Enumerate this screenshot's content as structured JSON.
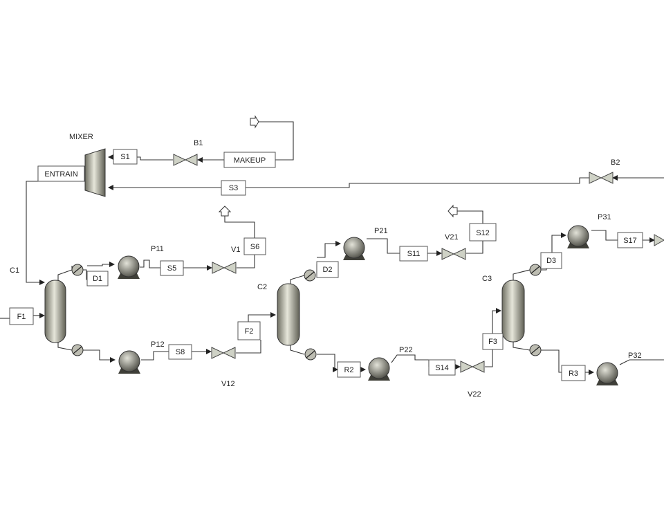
{
  "labels": {
    "mixer": "MIXER",
    "b1": "B1",
    "b2": "B2",
    "c1": "C1",
    "c2": "C2",
    "c3": "C3",
    "p11": "P11",
    "p12": "P12",
    "p21": "P21",
    "p22": "P22",
    "p31": "P31",
    "p32": "P32",
    "v1": "V1",
    "v12": "V12",
    "v21": "V21",
    "v22": "V22"
  },
  "boxes": {
    "entrain": "ENTRAIN",
    "s1": "S1",
    "makeup": "MAKEUP",
    "s3": "S3",
    "s5": "S5",
    "s6": "S6",
    "s8": "S8",
    "s11": "S11",
    "s12": "S12",
    "s14": "S14",
    "s17": "S17",
    "d1": "D1",
    "d2": "D2",
    "d3": "D3",
    "f1": "F1",
    "f2": "F2",
    "f3": "F3",
    "r2": "R2",
    "r3": "R3"
  }
}
